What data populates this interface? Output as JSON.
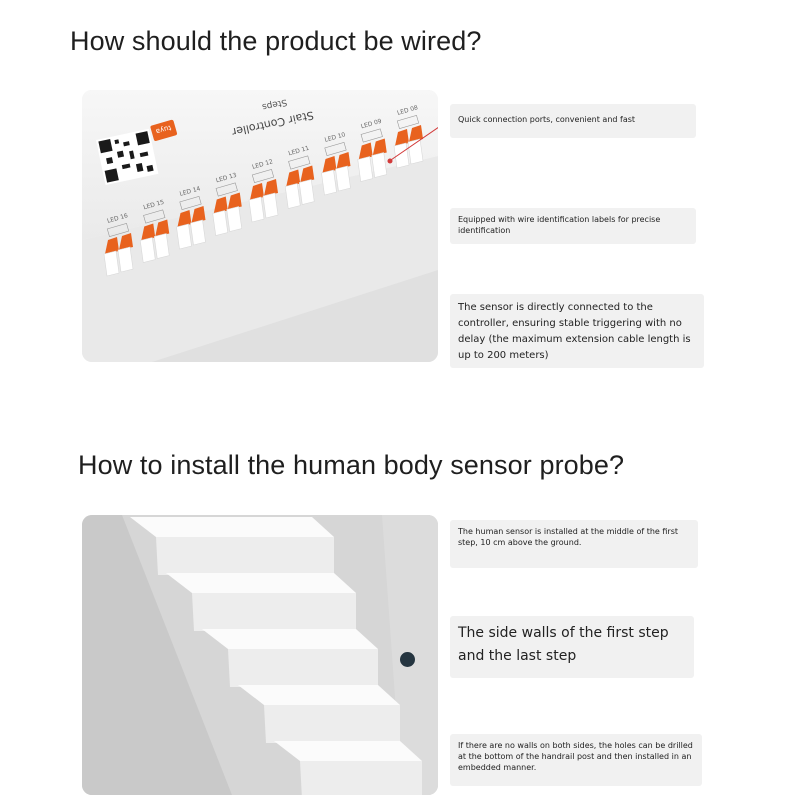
{
  "section1": {
    "heading": "How should the product be wired?",
    "device": {
      "title": "Stair Controller",
      "subtitle": "Steps",
      "brand": "tuya",
      "ports": [
        "LED 16",
        "LED 15",
        "LED 14",
        "LED 13",
        "LED 12",
        "LED 11",
        "LED 10",
        "LED 09",
        "LED 08"
      ]
    },
    "notes": {
      "ports": "Quick connection ports, convenient and fast",
      "labels": "Equipped with wire identification labels for precise identification",
      "sensor": "The sensor is directly connected to the controller, ensuring stable triggering with no delay (the maximum extension cable length is up to 200 meters)"
    },
    "colors": {
      "terminal_orange": "#e8621e",
      "connector": "#ffffff"
    }
  },
  "section2": {
    "heading": "How to install the human body sensor probe?",
    "notes": {
      "middle": "The human sensor is installed at the middle of the first step, 10 cm above the ground.",
      "walls": "The side walls of the first step and the last step",
      "holes": "If there are no walls on both sides, the holes can be drilled at the bottom of the handrail post and then installed in an embedded manner."
    },
    "colors": {
      "sensor_dot": "#253540"
    }
  }
}
